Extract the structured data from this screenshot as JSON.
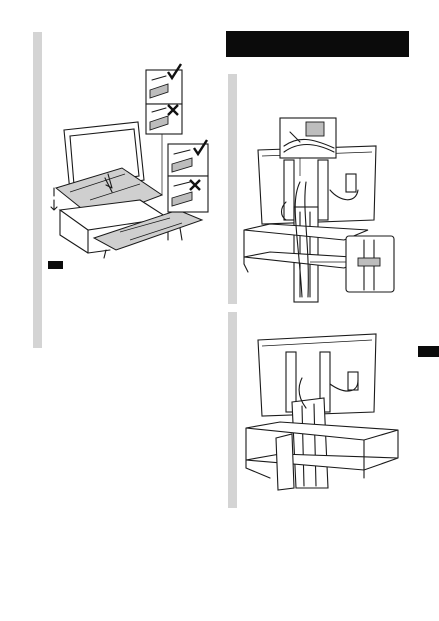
{
  "page": {
    "header_bar_color": "#0b0b0b",
    "step_bar_color": "#d4d4d4"
  },
  "illustrations": {
    "left": [
      "tv-on-glass-stand",
      "check-mark-icon",
      "cross-mark-icon",
      "glass-shelf-panel"
    ],
    "right_top": [
      "tv-rear-cable-routing",
      "cable-clamp-closeup"
    ],
    "right_bottom": [
      "tv-rear-assembled-stand"
    ]
  },
  "icons": {
    "check": "check-mark",
    "cross": "cross-mark"
  }
}
